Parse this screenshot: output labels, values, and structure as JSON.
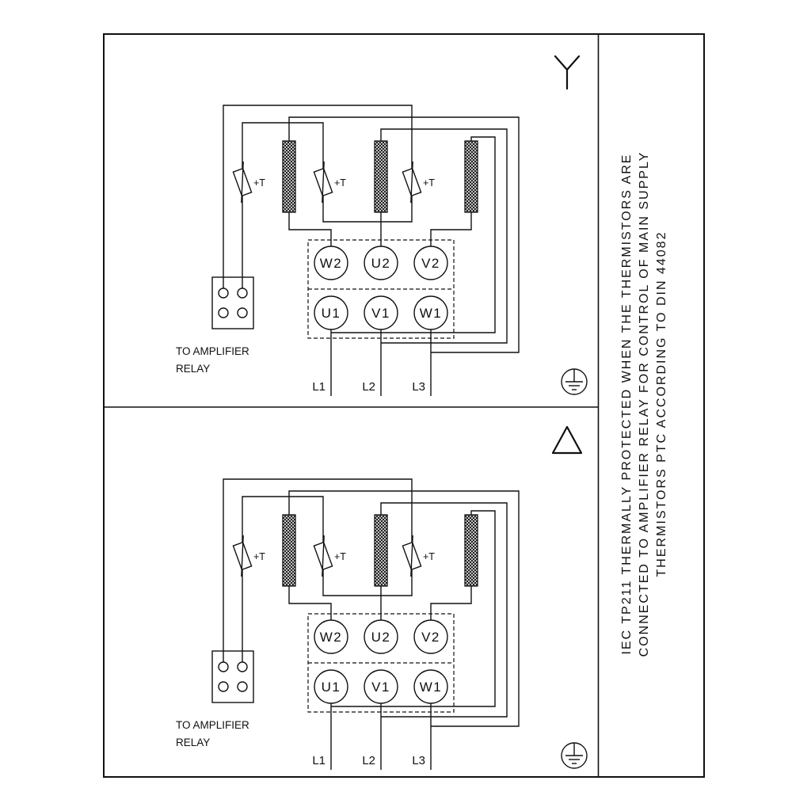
{
  "page": {
    "background_color": "#ffffff",
    "line_color": "#111111"
  },
  "icons": {
    "star": "star-wye-connection-symbol",
    "delta": "delta-connection-symbol",
    "earth": "protective-earth-ground-symbol",
    "thermistor": "ptc-thermistor-symbol",
    "winding": "motor-winding-coil",
    "connector": "amplifier-relay-terminal-block"
  },
  "panels": [
    {
      "name": "star-connection",
      "terminals_top": [
        "W2",
        "U2",
        "V2"
      ],
      "terminals_bottom": [
        "U1",
        "V1",
        "W1"
      ],
      "thermistor_label": "+T",
      "amplifier_line1": "TO AMPLIFIER",
      "amplifier_line2": "RELAY",
      "mains": [
        "L1",
        "L2",
        "L3"
      ]
    },
    {
      "name": "delta-connection",
      "terminals_top": [
        "W2",
        "U2",
        "V2"
      ],
      "terminals_bottom": [
        "U1",
        "V1",
        "W1"
      ],
      "thermistor_label": "+T",
      "amplifier_line1": "TO AMPLIFIER",
      "amplifier_line2": "RELAY",
      "mains": [
        "L1",
        "L2",
        "L3"
      ]
    }
  ],
  "side_note": {
    "line1": "IEC TP211 THERMALLY PROTECTED WHEN THE THERMISTORS ARE",
    "line2": "CONNECTED TO AMPLIFIER RELAY FOR CONTROL OF MAIN SUPPLY",
    "line3": "THERMISTORS PTC ACCORDING TO DIN 44082"
  }
}
